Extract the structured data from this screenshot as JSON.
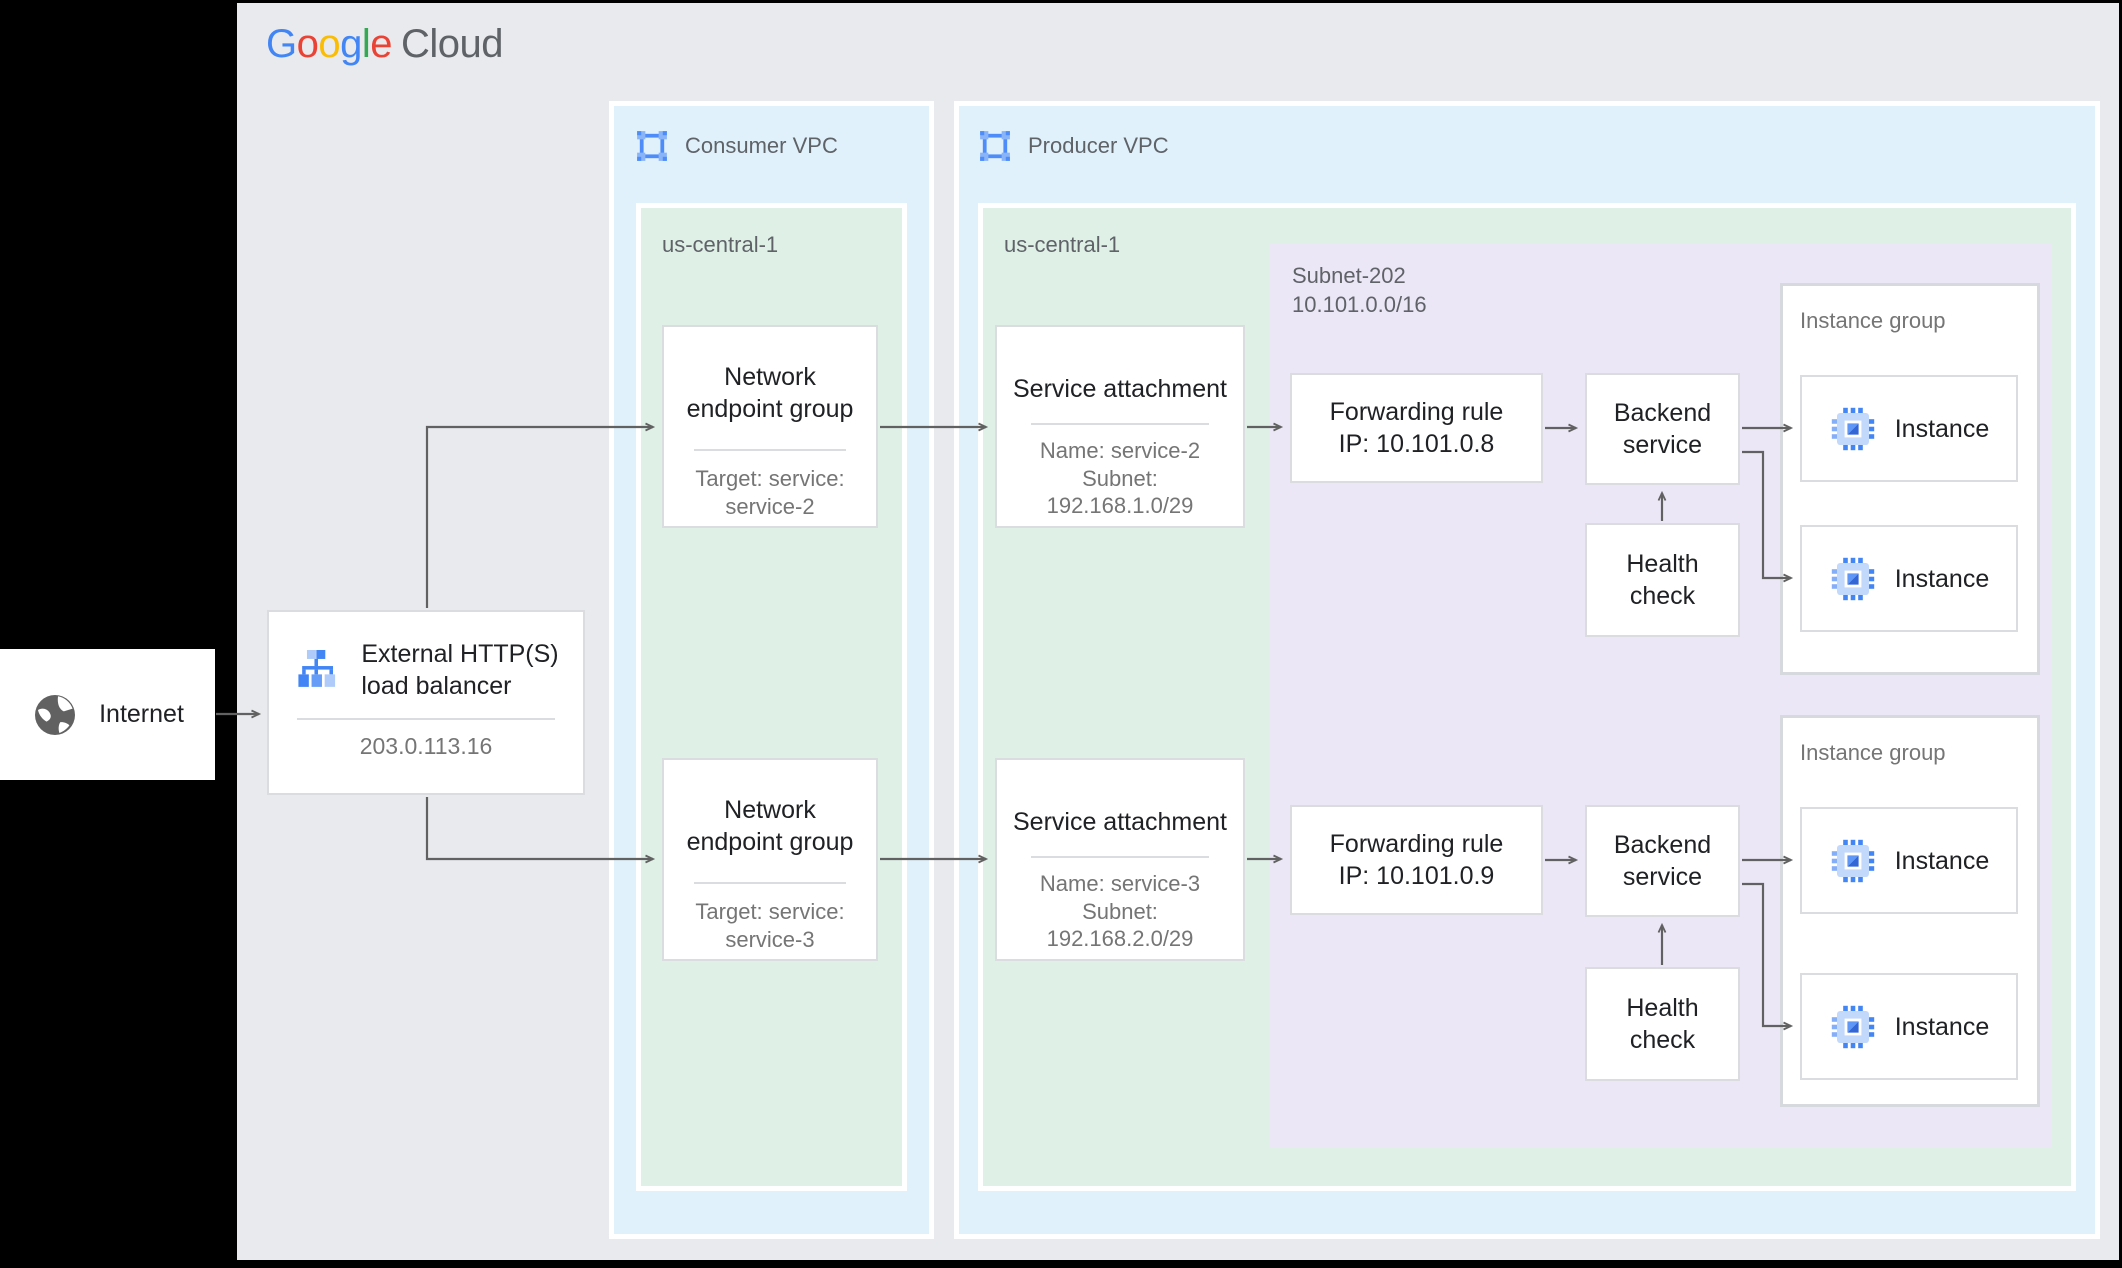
{
  "logo": {
    "g1": "G",
    "o1": "o",
    "o2": "o",
    "g2": "g",
    "l1": "l",
    "e1": "e",
    "cloud": "Cloud"
  },
  "internet": {
    "label": "Internet"
  },
  "load_balancer": {
    "title1": "External HTTP(S)",
    "title2": "load balancer",
    "ip": "203.0.113.16"
  },
  "consumer_vpc": {
    "label": "Consumer VPC",
    "region": "us-central-1",
    "neg1": {
      "t1": "Network",
      "t2": "endpoint group",
      "s1": "Target: service:",
      "s2": "service-2"
    },
    "neg2": {
      "t1": "Network",
      "t2": "endpoint group",
      "s1": "Target: service:",
      "s2": "service-3"
    }
  },
  "producer_vpc": {
    "label": "Producer VPC",
    "region": "us-central-1",
    "sa1": {
      "title": "Service attachment",
      "s1": "Name: service-2",
      "s2": "Subnet:",
      "s3": "192.168.1.0/29"
    },
    "sa2": {
      "title": "Service attachment",
      "s1": "Name: service-3",
      "s2": "Subnet:",
      "s3": "192.168.2.0/29"
    },
    "subnet": {
      "name": "Subnet-202",
      "cidr": "10.101.0.0/16",
      "fr1": {
        "l1": "Forwarding rule",
        "l2": "IP: 10.101.0.8"
      },
      "fr2": {
        "l1": "Forwarding rule",
        "l2": "IP: 10.101.0.9"
      },
      "bs": {
        "l1": "Backend",
        "l2": "service"
      },
      "hc": {
        "l1": "Health",
        "l2": "check"
      },
      "ig1": {
        "label": "Instance group",
        "i1": "Instance",
        "i2": "Instance"
      },
      "ig2": {
        "label": "Instance group",
        "i1": "Instance",
        "i2": "Instance"
      }
    }
  },
  "colors": {
    "canvas": "#e8eaed",
    "vpc_fill": "#e1f1fc",
    "region_fill": "#dff0e7",
    "subnet_fill": "#ece7f6",
    "google_blue": "#4285F4",
    "google_red": "#EA4335",
    "google_yellow": "#FBBC04",
    "google_green": "#34A853",
    "arrow": "#616161",
    "box_border": "#dadce0",
    "text_dark": "#202124",
    "text_gray": "#757575"
  }
}
